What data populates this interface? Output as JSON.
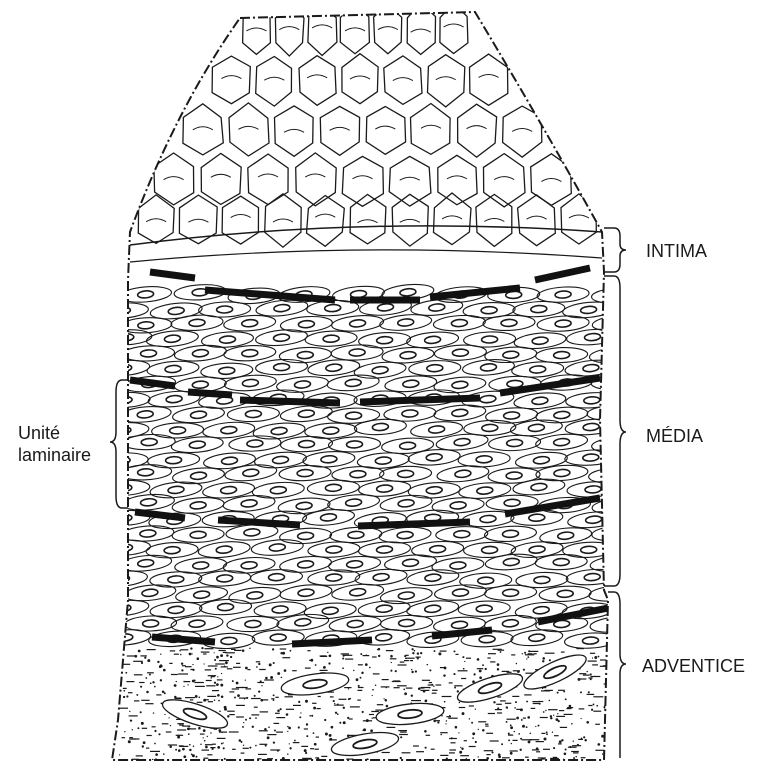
{
  "labels": {
    "intima": "INTIMA",
    "media": "MÉDIA",
    "adventice": "ADVENTICE",
    "unite_line1": "Unité",
    "unite_line2": "laminaire"
  },
  "colors": {
    "ink": "#1a1a1a",
    "background": "#ffffff"
  }
}
